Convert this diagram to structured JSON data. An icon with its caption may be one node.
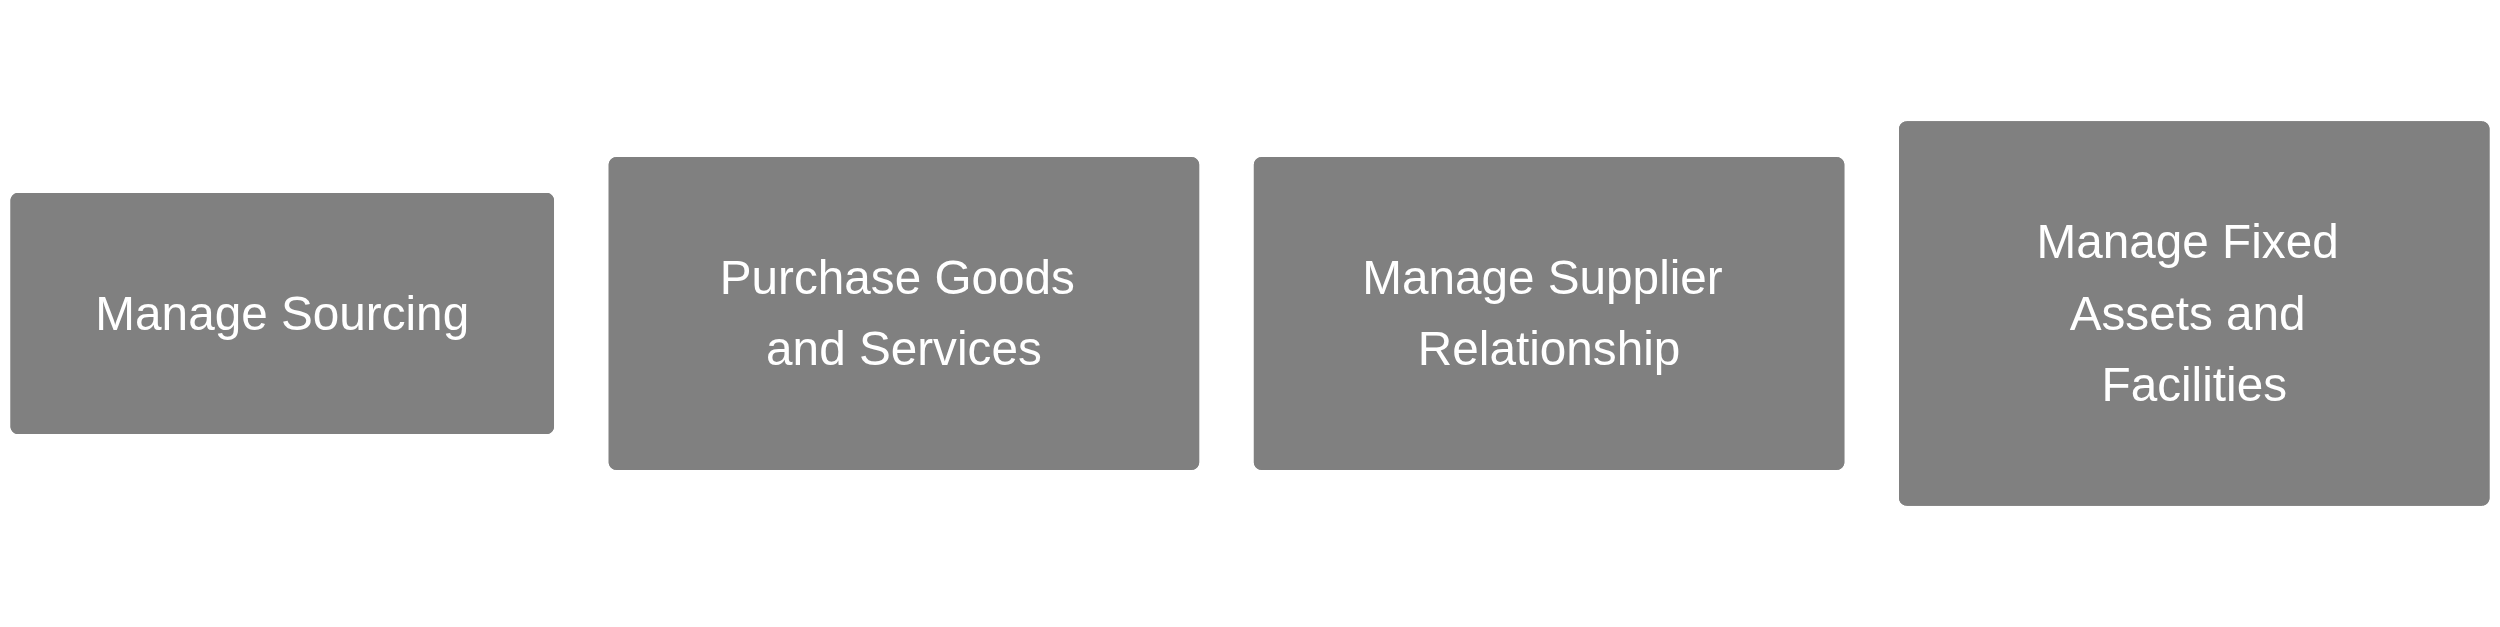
{
  "diagram": {
    "nodes": [
      {
        "text": [
          "Manage Sourcing"
        ]
      },
      {
        "text": [
          "Purchase Goods and Services"
        ]
      },
      {
        "text": [
          "Manage Supplier Relationship"
        ]
      },
      {
        "text": [
          "Manage Fixed Assets and Facilities"
        ]
      }
    ]
  }
}
